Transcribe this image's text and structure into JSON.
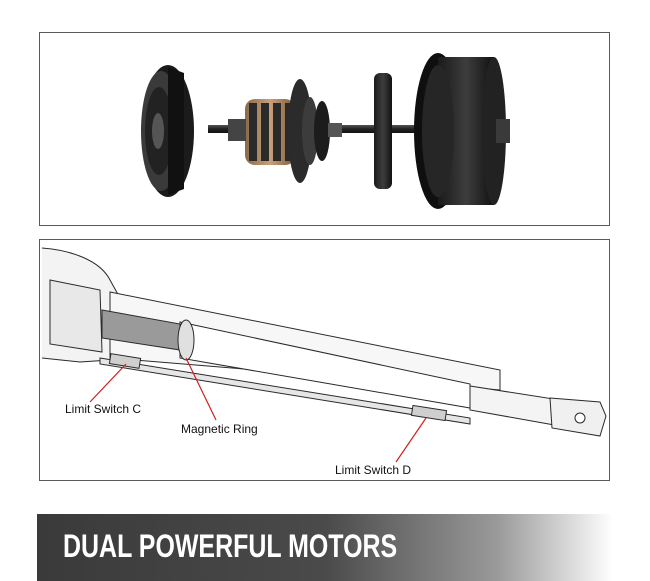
{
  "exploded_view": {},
  "cutaway": {
    "callouts": {
      "limit_switch_c": "Limit Switch C",
      "magnetic_ring": "Magnetic Ring",
      "limit_switch_d": "Limit Switch D"
    }
  },
  "banner": {
    "title": "DUAL POWERFUL MOTORS"
  },
  "colors": {
    "banner_dark": "#3a3a3a",
    "callout_line": "#d02020",
    "panel_border": "#5a5a5a"
  }
}
